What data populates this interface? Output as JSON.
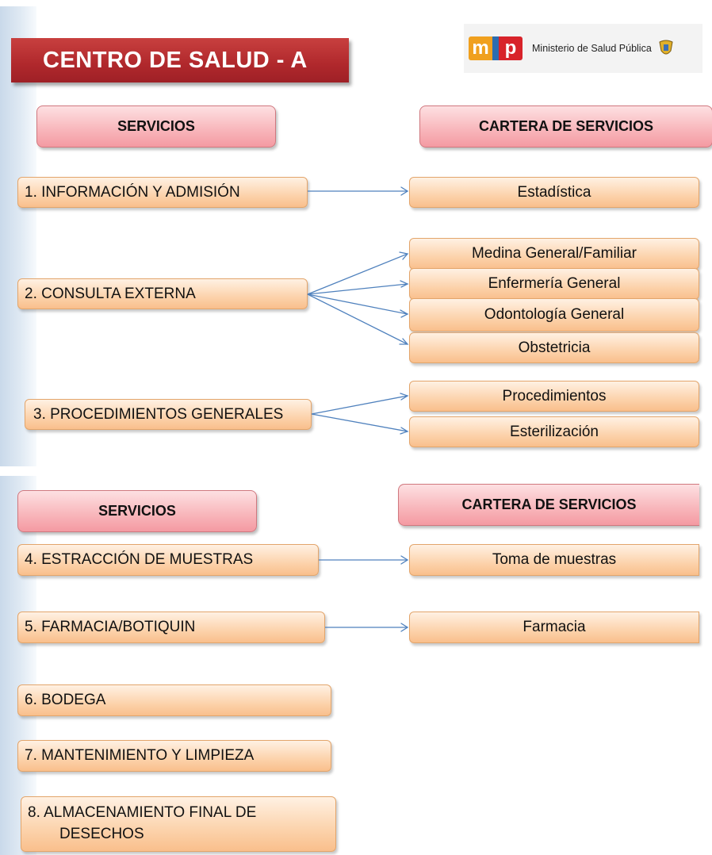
{
  "header": {
    "title": "CENTRO DE SALUD - A",
    "logo_m": "m",
    "logo_p": "p",
    "logo_text": "Ministerio de Salud Pública"
  },
  "slide1": {
    "servicios_header": "SERVICIOS",
    "cartera_header": "CARTERA DE SERVICIOS",
    "services": [
      "1.   INFORMACIÓN Y ADMISIÓN",
      "2.    CONSULTA EXTERNA",
      "3.   PROCEDIMIENTOS GENERALES"
    ],
    "cartera": [
      "Estadística",
      "Medina General/Familiar",
      "Enfermería General",
      "Odontología General",
      "Obstetricia",
      "Procedimientos",
      "Esterilización"
    ]
  },
  "slide2": {
    "servicios_header": "SERVICIOS",
    "cartera_header": "CARTERA DE SERVICIOS",
    "services": [
      "4. ESTRACCIÓN DE MUESTRAS",
      "5. FARMACIA/BOTIQUIN",
      "6. BODEGA",
      "7. MANTENIMIENTO Y LIMPIEZA",
      "8. ALMACENAMIENTO FINAL DE DESECHOS"
    ],
    "service8_line1": "8. ALMACENAMIENTO FINAL DE",
    "service8_line2": "DESECHOS",
    "cartera": [
      "Toma de muestras",
      "Farmacia"
    ]
  },
  "colors": {
    "title_red": "#b0282c",
    "pink_box": "#f8b5ba",
    "orange_box": "#fcd3ac",
    "arrow_blue": "#4f81bd"
  }
}
